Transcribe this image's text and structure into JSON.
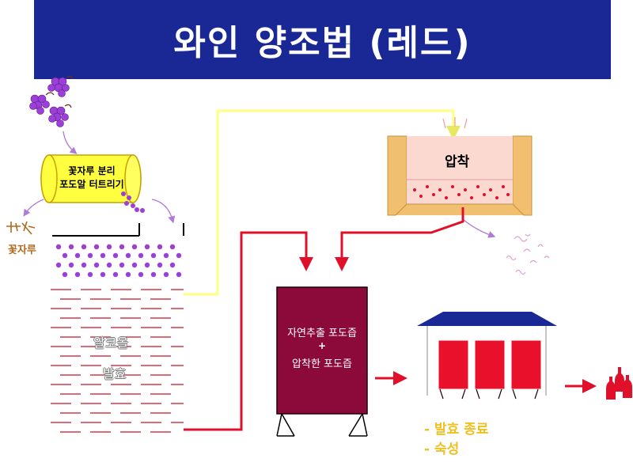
{
  "title": "와인 양조법 (레드)",
  "labels": {
    "destem_line1": "꽃자루 분리",
    "destem_line2": "포도알 터트리기",
    "stems": "꽃자루",
    "maceration_line1": "알코올",
    "maceration_line2": "발효",
    "press": "압착",
    "vat_line1": "자연추출 포도즙",
    "vat_plus": "+",
    "vat_line2": "압착한 포도즙",
    "step1": "- 발효 종료",
    "step2": "- 숙성"
  },
  "colors": {
    "title_bg": "#1a2896",
    "arrow_red": "#e0102a",
    "arrow_yellow": "#ffff80",
    "grape": "#9b3fd6",
    "vat": "#8b0a3a",
    "barrel": "#e8102a",
    "roof": "#1a2896",
    "step_text": "#f0c020",
    "press_frame": "#f0c070",
    "press_chamber": "#fbd9d0",
    "crusher": "#ffff40"
  },
  "icons": [
    "grapes-icon",
    "stems-icon",
    "pomace-icon",
    "wine-bottles-icon"
  ]
}
